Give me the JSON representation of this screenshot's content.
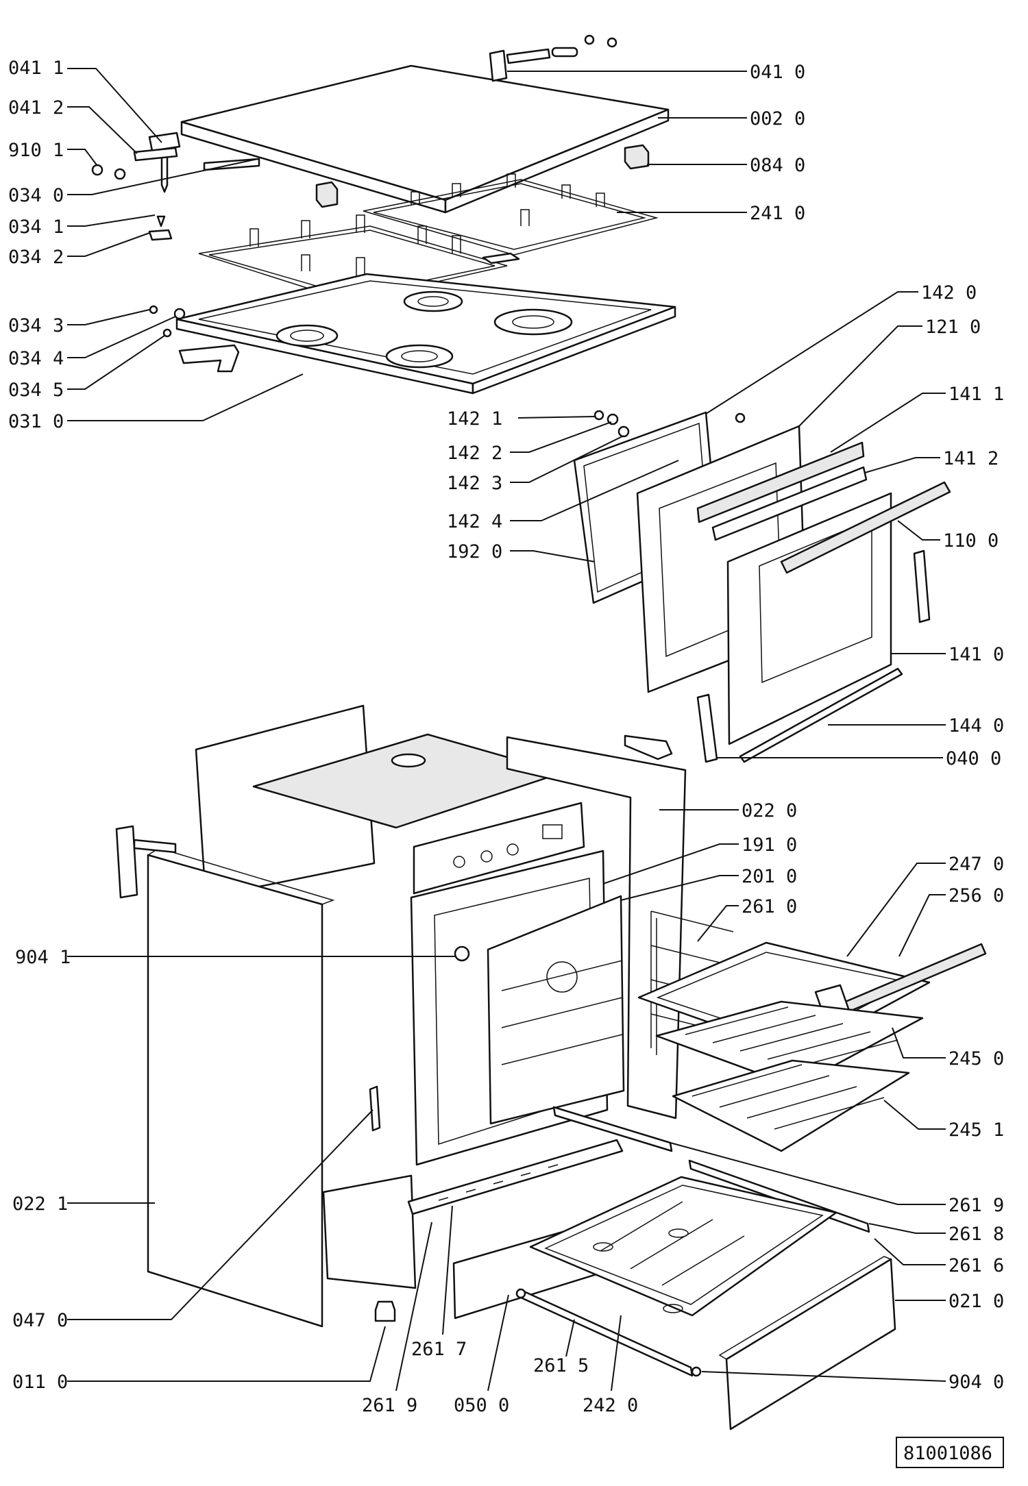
{
  "diagram": {
    "document_code": "81001086",
    "left_labels": {
      "l_0411": "041 1",
      "l_0412": "041 2",
      "l_9101": "910 1",
      "l_0340": "034 0",
      "l_0341": "034 1",
      "l_0342": "034 2",
      "l_0343": "034 3",
      "l_0344": "034 4",
      "l_0345": "034 5",
      "l_0310": "031 0",
      "l_9041": "904 1",
      "l_0221": "022 1",
      "l_0470": "047 0",
      "l_0110": "011 0"
    },
    "right_labels": {
      "r_0410": "041 0",
      "r_0020": "002 0",
      "r_0840": "084 0",
      "r_2410": "241 0",
      "r_1420": "142 0",
      "r_1210": "121 0",
      "r_1411": "141 1",
      "r_1412": "141 2",
      "r_1100": "110 0",
      "r_1410": "141 0",
      "r_1440": "144 0",
      "r_0400": "040 0",
      "r_0220": "022 0",
      "r_1910": "191 0",
      "r_2010": "201 0",
      "r_2610": "261 0",
      "r_2470": "247 0",
      "r_2560": "256 0",
      "r_2450": "245 0",
      "r_2451": "245 1",
      "r_2619": "261 9",
      "r_2618": "261 8",
      "r_2616": "261 6",
      "r_0210": "021 0",
      "r_9040": "904 0"
    },
    "middle_labels": {
      "m_1421": "142 1",
      "m_1422": "142 2",
      "m_1423": "142 3",
      "m_1424": "142 4",
      "m_1920": "192 0"
    },
    "bottom_labels": {
      "b_2619": "261 9",
      "b_2617": "261 7",
      "b_0500": "050 0",
      "b_2615": "261 5",
      "b_2420": "242 0"
    }
  }
}
